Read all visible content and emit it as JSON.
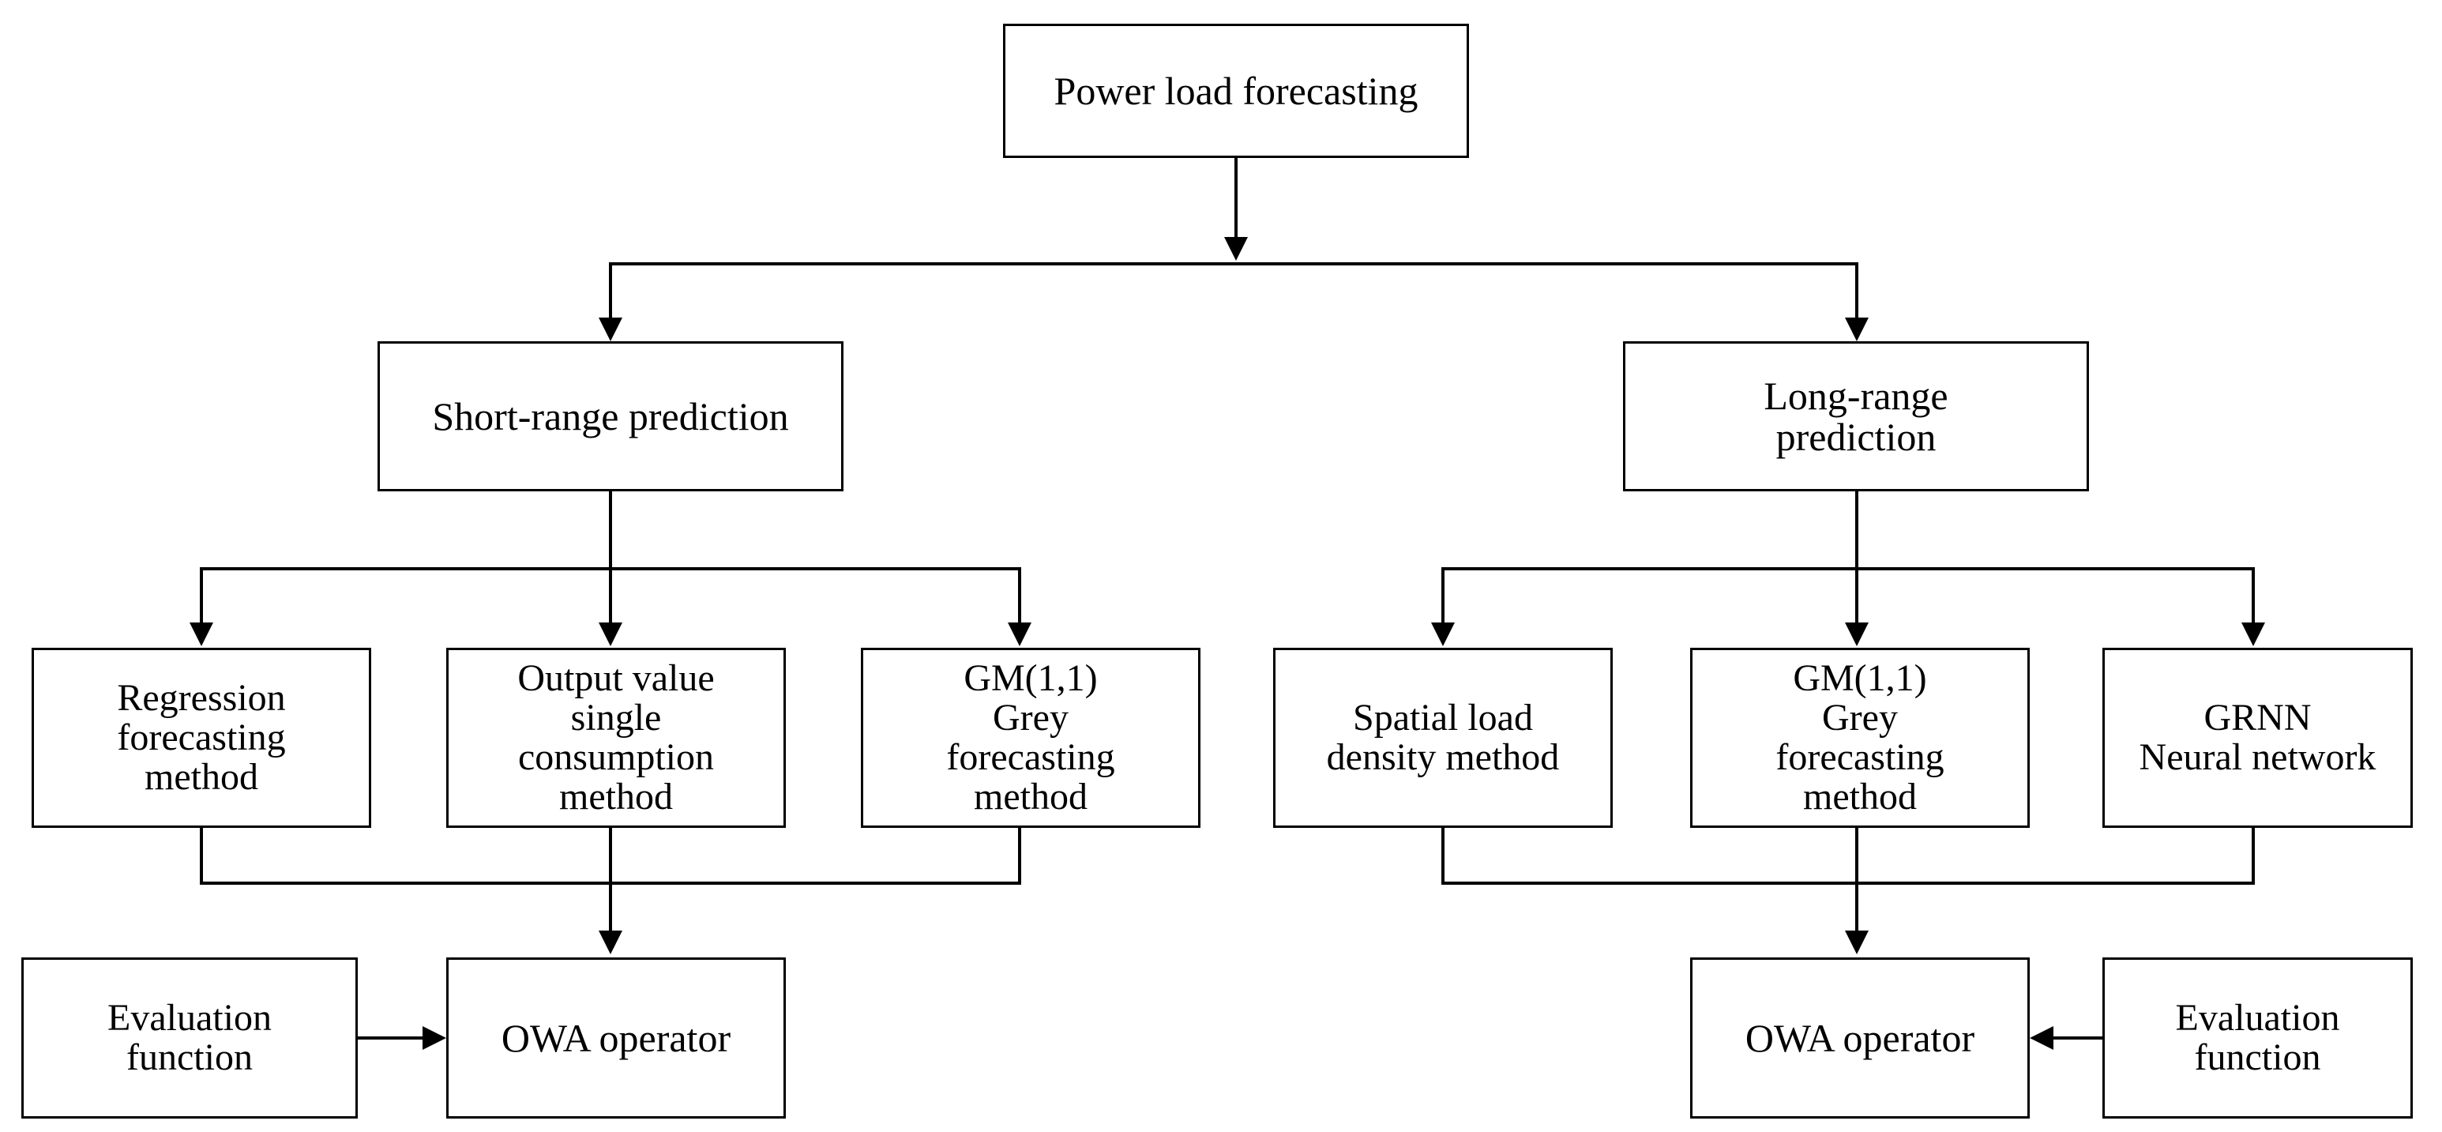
{
  "diagram": {
    "title": "Power load forecasting method hierarchy",
    "stroke_color": "#000000",
    "background_color": "#ffffff",
    "nodes": {
      "root": {
        "label": "Power load forecasting"
      },
      "short_range": {
        "label": "Short-range prediction"
      },
      "long_range": {
        "label": "Long-range\nprediction"
      },
      "regression": {
        "label": "Regression\nforecasting\nmethod"
      },
      "output_value": {
        "label": "Output value\nsingle\nconsumption\nmethod"
      },
      "gm11_left": {
        "label": "GM(1,1)\nGrey\nforecasting\nmethod"
      },
      "spatial_load": {
        "label": "Spatial load\ndensity method"
      },
      "gm11_right": {
        "label": "GM(1,1)\nGrey\nforecasting\nmethod"
      },
      "grnn": {
        "label": "GRNN\nNeural network"
      },
      "eval_left": {
        "label": "Evaluation\nfunction"
      },
      "owa_left": {
        "label": "OWA operator"
      },
      "owa_right": {
        "label": "OWA operator"
      },
      "eval_right": {
        "label": "Evaluation\nfunction"
      }
    }
  }
}
